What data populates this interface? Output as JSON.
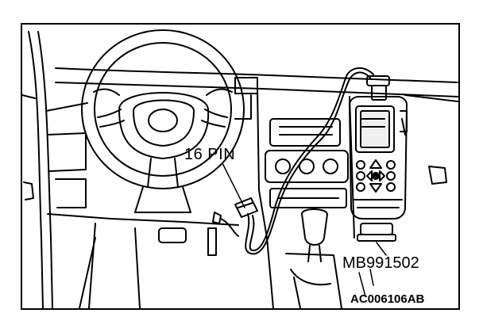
{
  "labels": {
    "connector": "16 PIN",
    "tool_part_number": "MB991502",
    "figure_code": "AC006106AB"
  }
}
